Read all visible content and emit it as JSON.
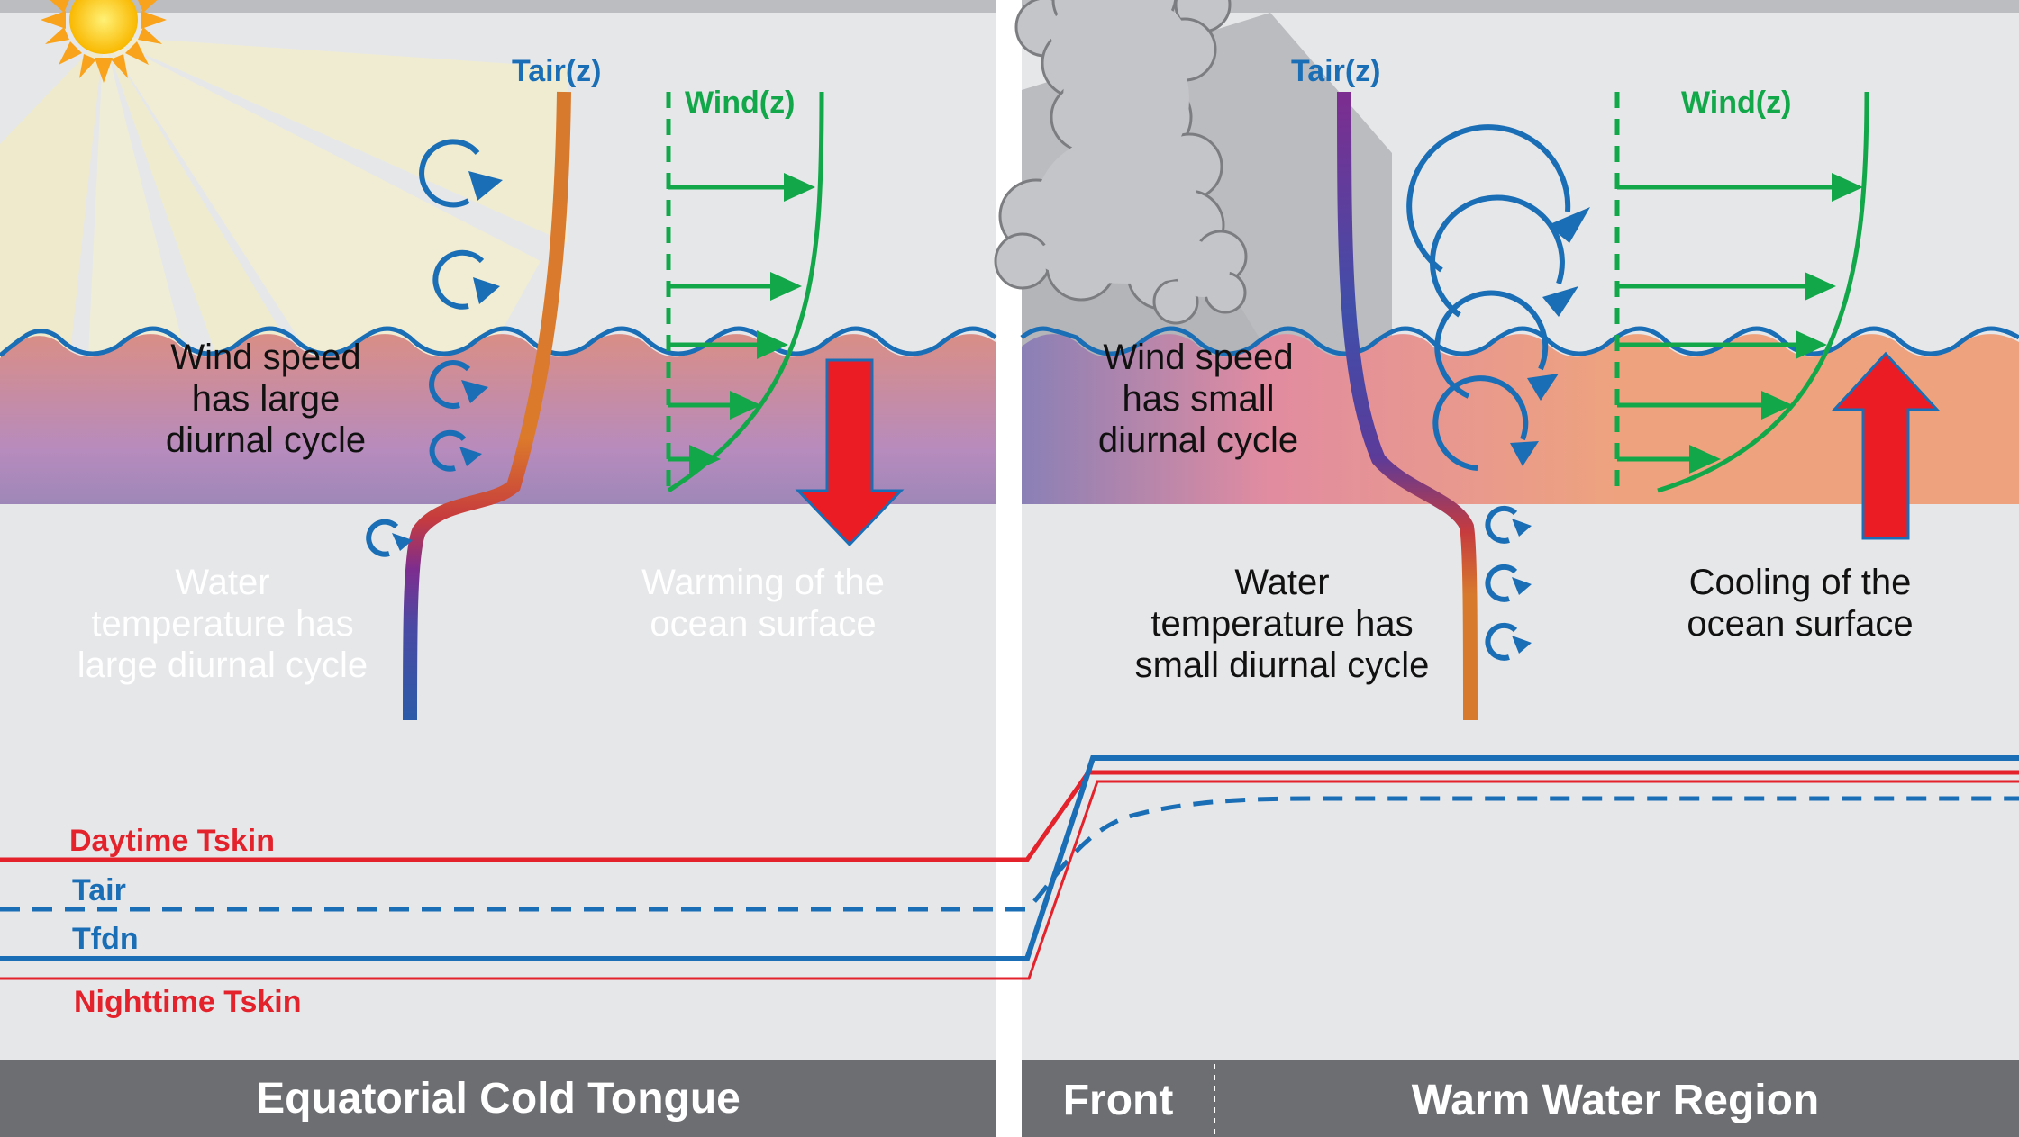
{
  "left_panel": {
    "tair_label": "Tair(z)",
    "wind_label": "Wind(z)",
    "wind_text": [
      "Wind speed",
      "has large",
      "diurnal cycle"
    ],
    "water_text": [
      "Water",
      "temperature has",
      "large diurnal cycle"
    ],
    "ocean_text": [
      "Warming of the",
      "ocean surface"
    ]
  },
  "right_panel": {
    "tair_label": "Tair(z)",
    "wind_label": "Wind(z)",
    "wind_text": [
      "Wind speed",
      "has small",
      "diurnal cycle"
    ],
    "water_text": [
      "Water",
      "temperature has",
      "small diurnal cycle"
    ],
    "ocean_text": [
      "Cooling of the",
      "ocean surface"
    ]
  },
  "legend": {
    "daytime_tskin": "Daytime Tskin",
    "tair": "Tair",
    "tfdn": "Tfdn",
    "nighttime_tskin": "Nighttime Tskin"
  },
  "footer": {
    "left_region": "Equatorial Cold Tongue",
    "front": "Front",
    "right_region": "Warm Water Region"
  },
  "colors": {
    "tair_blue": "#1a6eb5",
    "wind_green": "#12a84a",
    "tskin_red": "#e3222c",
    "arrow_red": "#ec1c24",
    "cold_water": "#8080b2",
    "warm_water": "#eea37e",
    "footer_bg": "#6d6e71",
    "panel_bg": "#e6e7e9"
  },
  "icons": [
    "sun-icon",
    "storm-cloud-icon",
    "eddy-arrow-icon",
    "warming-arrow-icon",
    "cooling-arrow-icon"
  ]
}
